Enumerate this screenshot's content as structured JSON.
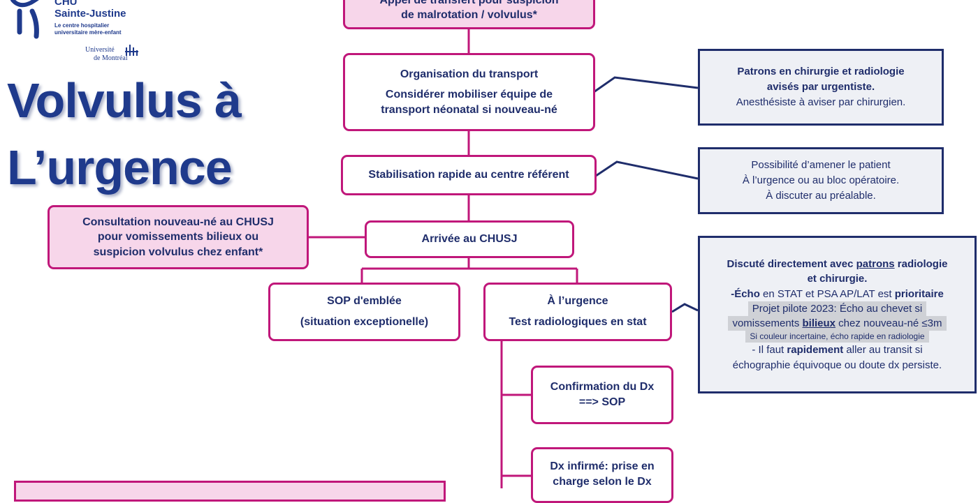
{
  "logo": {
    "org_line1": "CHU",
    "org_line2": "Sainte-Justine",
    "tagline_line1": "Le centre hospitalier",
    "tagline_line2": "universitaire mère-enfant",
    "univ_line1": "Université",
    "univ_line2": "de Montréal"
  },
  "title": {
    "line1": "Volvulus à",
    "line2": "L’urgence"
  },
  "boxes": {
    "top_line1": "Appel de transfert pour suspicion",
    "top_line2": "de malrotation / volvulus*",
    "transport_title": "Organisation du transport",
    "transport_line1": "Considérer mobiliser équipe de",
    "transport_line2": "transport néonatal si nouveau-né",
    "stabilisation": "Stabilisation rapide au centre référent",
    "arrival": "Arrivée au CHUSJ",
    "consult_line1": "Consultation nouveau-né au CHUSJ",
    "consult_line2": "pour vomissements bilieux ou",
    "consult_line3": "suspicion volvulus chez enfant*",
    "sop_line1": "SOP d'emblée",
    "sop_line2": "(situation exceptionelle)",
    "urgence_line1": "À l’urgence",
    "urgence_line2": "Test radiologiques  en stat",
    "confirm_line1": "Confirmation du Dx",
    "confirm_line2": "==> SOP",
    "infirm_line1": "Dx infirmé: prise en",
    "infirm_line2": "charge selon le Dx"
  },
  "notes": {
    "patrons_line1": "Patrons en chirurgie et radiologie",
    "patrons_line2": "avisés par urgentiste.",
    "patrons_line3": "Anesthésiste à aviser par chirurgien.",
    "possib_line1": "Possibilité  d’amener  le patient",
    "possib_line2": "À l’urgence ou au bloc opératoire.",
    "possib_line3": "À discuter au préalable.",
    "disc_line1_a": "Discuté directement avec ",
    "disc_line1_b": "patrons",
    "disc_line1_c": "  radiologie",
    "disc_line2": "et chirurgie.",
    "disc_line3_a": "-Écho",
    "disc_line3_b": " en STAT et PSA AP/LAT est ",
    "disc_line3_c": "prioritaire",
    "disc_line4": "Projet pilote 2023: Écho au chevet si",
    "disc_line5_a": "vomissements  ",
    "disc_line5_b": "bilieux",
    "disc_line5_c": " chez nouveau-né  ≤3m",
    "disc_line6": "Si couleur incertaine, écho rapide en radiologie",
    "disc_line7_a": "- Il faut ",
    "disc_line7_b": "rapidement",
    "disc_line7_c": " aller au transit si",
    "disc_line8": "échographie équivoque  ou doute dx persiste."
  }
}
